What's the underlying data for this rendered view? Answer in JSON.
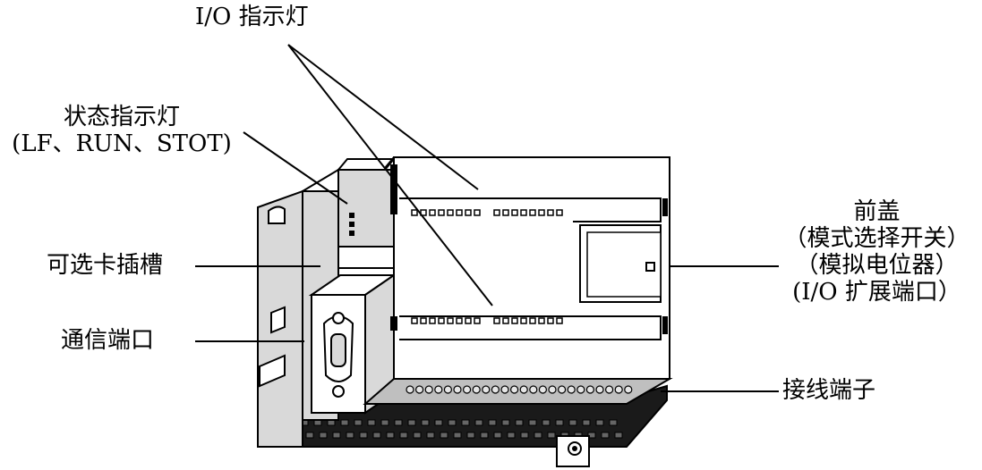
{
  "labels": {
    "io_indicator": "I/O 指示灯",
    "status_indicator": "状态指示灯",
    "status_indicator_detail": "(LF、RUN、STOT)",
    "optional_card_slot": "可选卡插槽",
    "comm_port": "通信端口",
    "front_cover": "前盖",
    "front_cover_line1": "（模式选择开关）",
    "front_cover_line2": "（模拟电位器）",
    "front_cover_line3": "(I/O 扩展端口）",
    "terminal_block": "接线端子"
  },
  "colors": {
    "stroke": "#000000",
    "body_fill": "#ffffff",
    "side_fill": "#d9d9d9",
    "terminal_fill": "#bfbfbf",
    "terminal_dark": "#1a1a1a"
  }
}
